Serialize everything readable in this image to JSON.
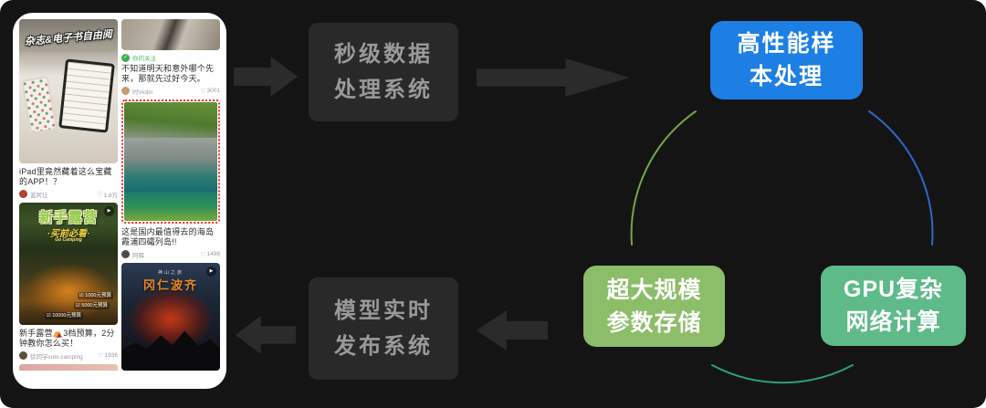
{
  "colors": {
    "background": "#141414",
    "sample_blue": "#1d7fe3",
    "param_green": "#8cbd68",
    "gpu_teal": "#5eba89",
    "arc_green": "#79a546",
    "arc_blue": "#2f66c9",
    "arc_teal": "#2aa17c",
    "selection_red": "#ff2626",
    "follow_green": "#3cb054"
  },
  "icons": {
    "like": "♡",
    "play": "▶",
    "check": "✓"
  },
  "diagram": {
    "ingest": {
      "line1": "秒级数据",
      "line2": "处理系统"
    },
    "sample": {
      "line1": "高性能样",
      "line2": "本处理"
    },
    "param": {
      "line1": "超大规模",
      "line2": "参数存储"
    },
    "gpu": {
      "line1": "GPU复杂",
      "line2": "网络计算"
    },
    "publish": {
      "line1": "模型实时",
      "line2": "发布系统"
    }
  },
  "feed": {
    "ipad_card": {
      "overlay": "杂志&电子书自由阅",
      "title": "iPad里竟然藏着这么宝藏\n的APP！？",
      "user": "蓝阿让",
      "likes": "1.8万"
    },
    "camping_card": {
      "poster_title": "新手露营",
      "poster_sub": "·买前必看·",
      "poster_tag": "Go Camping",
      "budget_1": "☑ 1000元预算",
      "budget_2": "☑ 5000元预算",
      "budget_3": "☑ 10000元预算",
      "title": "新手露营⛺3档预算，2分\n钟教你怎么买！",
      "user": "徐同学solo camping",
      "likes": "1936"
    },
    "quote_card": {
      "badge": "你的关注",
      "text": "不知道明天和意外哪个先\n来，那就先过好今天。",
      "user": "时Violin",
      "likes": "3001"
    },
    "island_card": {
      "caption": "这是国内最值得去的海岛\n霞浦四礵列岛!!",
      "user": "阿辉",
      "likes": "1498"
    },
    "mountain_card": {
      "overlay_small": "神山之旅",
      "overlay_title": "冈仁波齐"
    }
  }
}
